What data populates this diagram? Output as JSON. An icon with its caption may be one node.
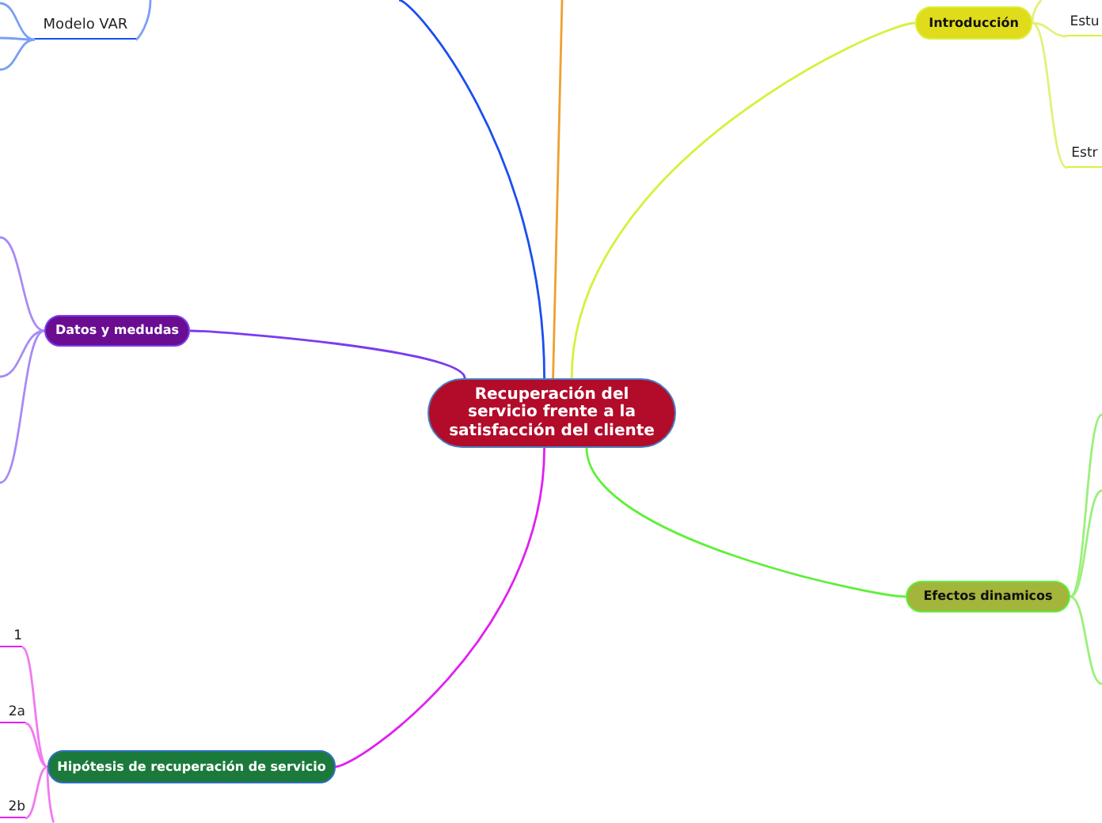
{
  "diagram": {
    "nodes": [
      {
        "text": [
          "Recuperación del servicio frente a la satisfacción del cliente"
        ]
      },
      {
        "text": [
          "Modelo VAR"
        ]
      },
      {
        "text": [
          "Datos y medudas"
        ]
      },
      {
        "text": [
          "Hipótesis de recuperación de servicio"
        ]
      },
      {
        "text": [
          "Introducción"
        ]
      },
      {
        "text": [
          "Efectos dinamicos"
        ]
      },
      {
        "text": [
          "Estu"
        ]
      },
      {
        "text": [
          "Estr"
        ]
      },
      {
        "text": [
          "1"
        ]
      },
      {
        "text": [
          "2a"
        ]
      },
      {
        "text": [
          "2b"
        ]
      }
    ],
    "edges": [
      {
        "from": 0,
        "to": 2,
        "arrow": "none",
        "color": "#7a3cf0"
      },
      {
        "from": 0,
        "to": 3,
        "arrow": "none",
        "color": "#e020f0"
      },
      {
        "from": 0,
        "to": 4,
        "arrow": "none",
        "color": "#d8f03a"
      },
      {
        "from": 0,
        "to": 5,
        "arrow": "none",
        "color": "#5ef03a"
      },
      {
        "from": 0,
        "to": null,
        "arrow": "none",
        "color": "#1a4ff0"
      },
      {
        "from": 0,
        "to": null,
        "arrow": "none",
        "color": "#f0a030"
      },
      {
        "from": null,
        "to": 1,
        "arrow": "none",
        "color": "#7a9ff5"
      },
      {
        "from": 1,
        "to": null,
        "arrow": "none",
        "color": "#7a9ff5"
      },
      {
        "from": 1,
        "to": null,
        "arrow": "none",
        "color": "#7a9ff5"
      },
      {
        "from": 1,
        "to": null,
        "arrow": "none",
        "color": "#7a9ff5"
      },
      {
        "from": 2,
        "to": null,
        "arrow": "none",
        "color": "#a88af5"
      },
      {
        "from": 2,
        "to": null,
        "arrow": "none",
        "color": "#a88af5"
      },
      {
        "from": 2,
        "to": null,
        "arrow": "none",
        "color": "#a88af5"
      },
      {
        "from": 3,
        "to": 8,
        "arrow": "none",
        "color": "#f07af0"
      },
      {
        "from": 3,
        "to": 9,
        "arrow": "none",
        "color": "#f07af0"
      },
      {
        "from": 3,
        "to": 10,
        "arrow": "none",
        "color": "#f07af0"
      },
      {
        "from": 3,
        "to": null,
        "arrow": "none",
        "color": "#f07af0"
      },
      {
        "from": 4,
        "to": 6,
        "arrow": "none",
        "color": "#e4f07a"
      },
      {
        "from": 4,
        "to": 7,
        "arrow": "none",
        "color": "#e4f07a"
      },
      {
        "from": 4,
        "to": null,
        "arrow": "none",
        "color": "#e4f07a"
      },
      {
        "from": 5,
        "to": null,
        "arrow": "none",
        "color": "#9af07a"
      },
      {
        "from": 5,
        "to": null,
        "arrow": "none",
        "color": "#9af07a"
      },
      {
        "from": 5,
        "to": null,
        "arrow": "none",
        "color": "#9af07a"
      }
    ]
  }
}
